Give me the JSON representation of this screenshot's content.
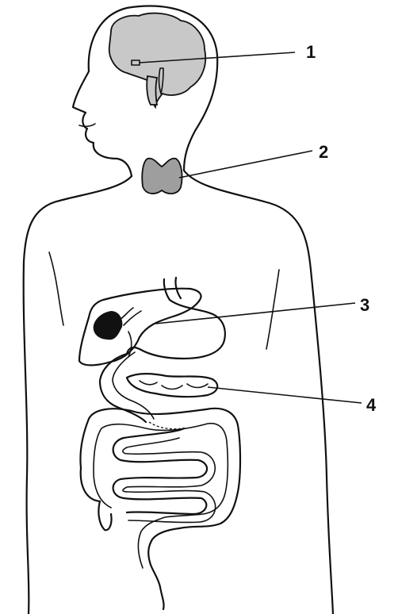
{
  "colors": {
    "line": "#111111",
    "gland_fill": "#9e9e9e",
    "brain_fill": "#c8c8c8",
    "background": "#ffffff"
  },
  "labels": [
    {
      "id": "label-1",
      "text": "1"
    },
    {
      "id": "label-2",
      "text": "2"
    },
    {
      "id": "label-3",
      "text": "3"
    },
    {
      "id": "label-4",
      "text": "4"
    }
  ]
}
